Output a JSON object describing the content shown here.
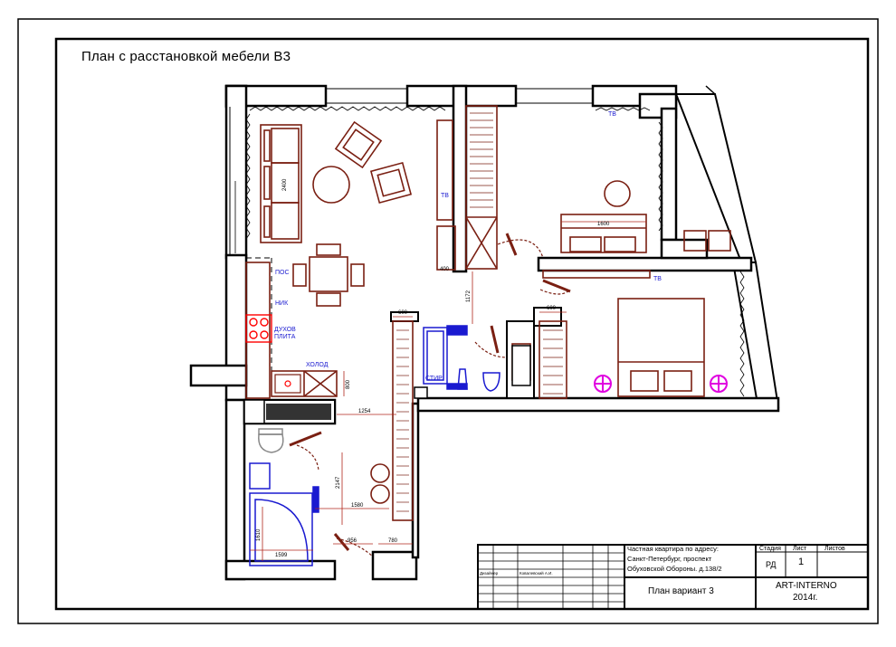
{
  "title": "План с расстановкой мебели В3",
  "labels": {
    "tv1": "ТВ",
    "tv2": "ТВ",
    "tv3": "ТВ",
    "pos": "ПОС",
    "nik": "НИК",
    "dukhov": "ДУХОВ",
    "plita": "ПЛИТА",
    "kholod": "ХОЛОД",
    "stir": "СТИР"
  },
  "dimensions": {
    "d2400": "2400",
    "d400": "400",
    "d1172": "1172",
    "d1600": "1600",
    "d600a": "600",
    "d600b": "600",
    "d800": "800",
    "d1254": "1254",
    "d2147": "2147",
    "d1580": "1580",
    "d1610": "1610",
    "d1599": "1599",
    "d956": "956",
    "d780": "780"
  },
  "stamp": {
    "address_1": "Частная квартира по адресу:",
    "address_2": "Санкт-Петербург, проспект",
    "address_3": "Обуховской Обороны. д.138/2",
    "designer_role": "Дизайнер",
    "designer_name": "Ковалевский А.И.",
    "stage_header": "Стадия",
    "sheet_header": "Лист",
    "sheets_header": "Листов",
    "stage_value": "РД",
    "sheet_value": "1",
    "plan_name": "План вариант 3",
    "company": "ART-INTERNO",
    "year": "2014г."
  },
  "colors": {
    "wall": "#000000",
    "furniture": "#7a1f12",
    "blue": "#1a1ad0",
    "magenta": "#e000e0",
    "red": "#ff0000"
  }
}
